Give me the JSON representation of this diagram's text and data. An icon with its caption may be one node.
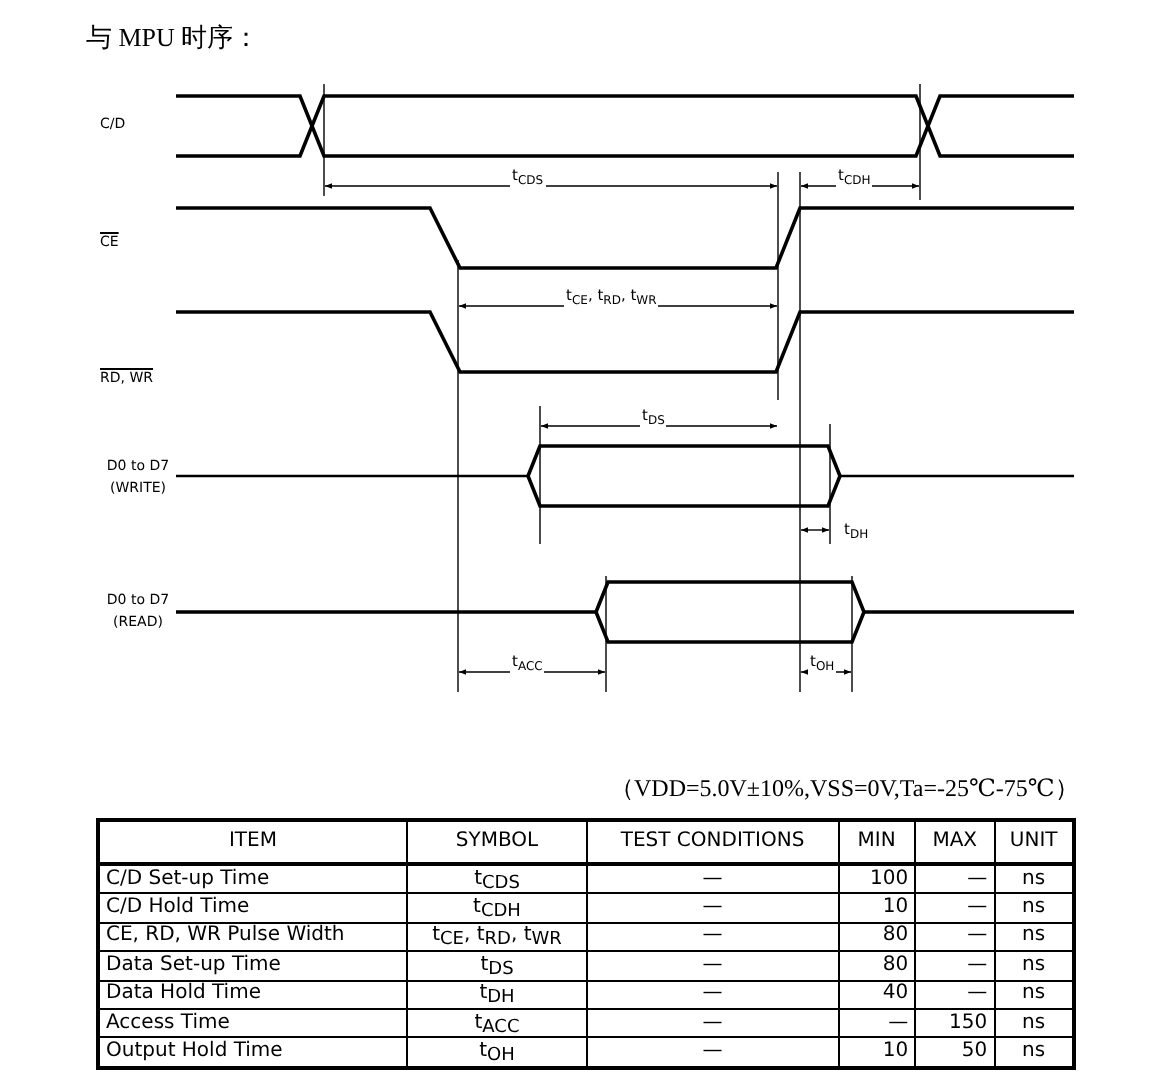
{
  "diagram": {
    "title": "与 MPU 时序：",
    "labels": [
      "C/D",
      "t$_{CDS}$",
      "t$_{CDH}$",
      "CE",
      "t$_{CE}$, t$_{RD}$, t$_{WR}$",
      "RD, WR",
      "t$_{DS}$",
      "D0 to D7 (WRITE)",
      "t$_{DH}$",
      "D0 to D7 (READ)",
      "t$_{ACC}$",
      "t$_{OH}$",
      "（VDD=5.0V±10%,VSS=0V,Ta=-25℃-75℃）",
      "ITEM",
      "SYMBOL",
      "TEST CONDITIONS",
      "MIN",
      "MAX",
      "UNIT",
      "C/D Set-up Time",
      "t$_{CDS}$",
      "—",
      "100",
      "—",
      "ns",
      "C/D Hold Time",
      "t$_{CDH}$",
      "—",
      "10",
      "—",
      "ns",
      "CE, RD, WR Pulse Width",
      "t$_{CE}$, t$_{RD}$, t$_{WR}$",
      "—",
      "80",
      "—",
      "ns",
      "Data Set-up Time",
      "t$_{DS}$",
      "—",
      "80",
      "—",
      "ns",
      "Data Hold Time",
      "t$_{DH}$",
      "—",
      "40",
      "—",
      "ns",
      "Access Time",
      "t$_{ACC}$",
      "—",
      "—",
      "150",
      "ns",
      "Output Hold Time",
      "t$_{OH}$",
      "—",
      "10",
      "50",
      "ns"
    ]
  }
}
